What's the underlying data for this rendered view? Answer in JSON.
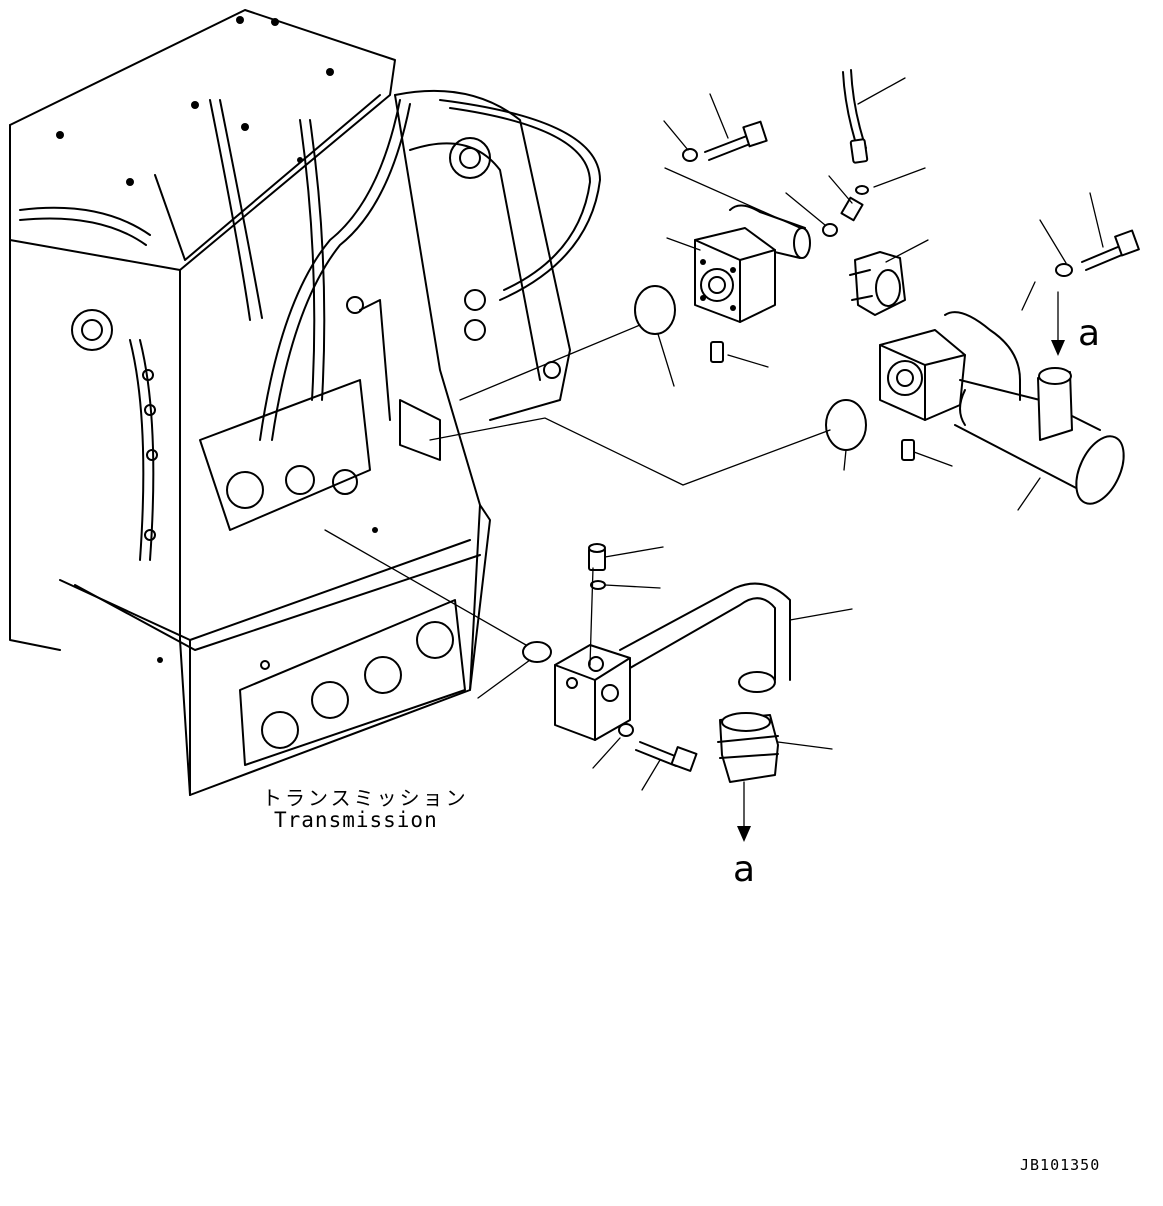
{
  "labels": {
    "transmission_jp": "トランスミッション",
    "transmission_en": "Transmission",
    "ref_a_upper": "a",
    "ref_a_lower": "a",
    "drawing_code": "JB101350"
  }
}
